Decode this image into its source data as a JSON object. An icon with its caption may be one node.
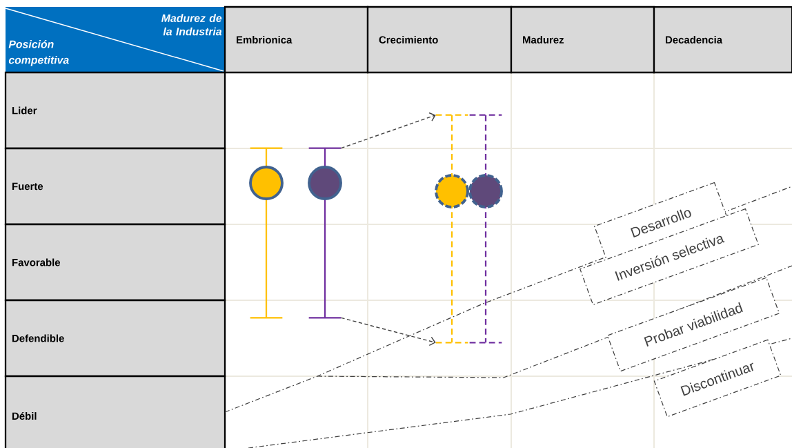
{
  "diagram": {
    "nodes": [
      {
        "text": [],
        "shape": "bar"
      },
      {
        "text": [],
        "shape": "circle",
        "in": 0
      },
      {
        "text": [],
        "shape": "bar"
      },
      {
        "text": [],
        "shape": "circle",
        "in": 2
      },
      {
        "text": [],
        "shape": "bar"
      },
      {
        "text": [],
        "shape": "bar"
      },
      {
        "text": [],
        "shape": "circle",
        "in": 4
      },
      {
        "text": [],
        "shape": "circle",
        "in": 5
      },
      {
        "text": [
          "Desarrollo"
        ]
      },
      {
        "text": [
          "Inversión selectiva"
        ]
      },
      {
        "text": [
          "Probar viabilidad"
        ]
      },
      {
        "text": [
          "Discontinuar"
        ]
      }
    ],
    "edges": [
      {
        "from": 2,
        "to": 4,
        "arrow": "to",
        "style": "dashed"
      },
      {
        "from": 2,
        "to": 4,
        "arrow": "to",
        "style": "dashed"
      }
    ],
    "labels": [
      "Madurez de la Industria",
      "Posición competitiva",
      "Embrionica",
      "Crecimiento",
      "Madurez",
      "Decadencia",
      "Lider",
      "Fuerte",
      "Favorable",
      "Defendible",
      "Débil"
    ]
  }
}
